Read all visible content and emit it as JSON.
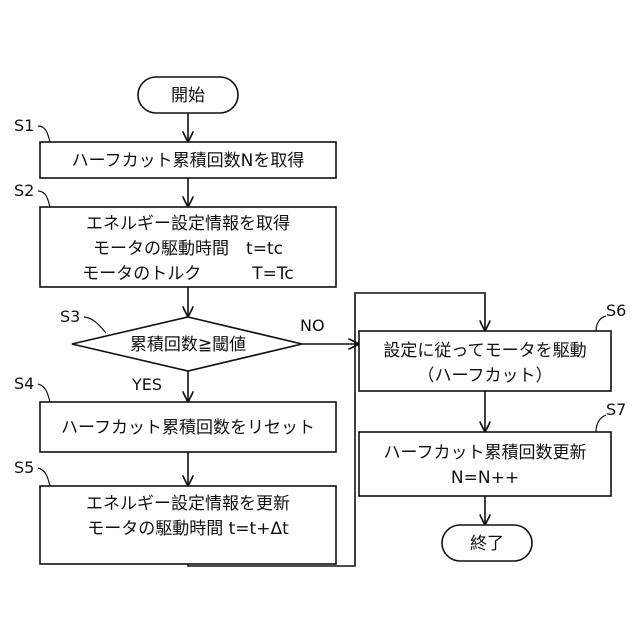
{
  "nodes": {
    "start": "開始",
    "s1_text": "ハーフカット累積回数Nを取得",
    "s2_line1": "エネルギー設定情報を取得",
    "s2_line2": "モータの駆動時間　t=tc",
    "s2_line3": "モータのトルク　　　T=Tc",
    "s3_text": "累積回数≧閾値",
    "s4_text": "ハーフカット累積回数をリセット",
    "s5_line1": "エネルギー設定情報を更新",
    "s5_line2": "モータの駆動時間 t=t+Δt",
    "s6_line1": "設定に従ってモータを駆動",
    "s6_line2": "（ハーフカット）",
    "s7_line1": "ハーフカット累積回数更新",
    "s7_line2": "N=N++",
    "end": "終了"
  },
  "step_labels": {
    "s1": "S1",
    "s2": "S2",
    "s3": "S3",
    "s4": "S4",
    "s5": "S5",
    "s6": "S6",
    "s7": "S7"
  },
  "branches": {
    "yes": "YES",
    "no": "NO"
  }
}
